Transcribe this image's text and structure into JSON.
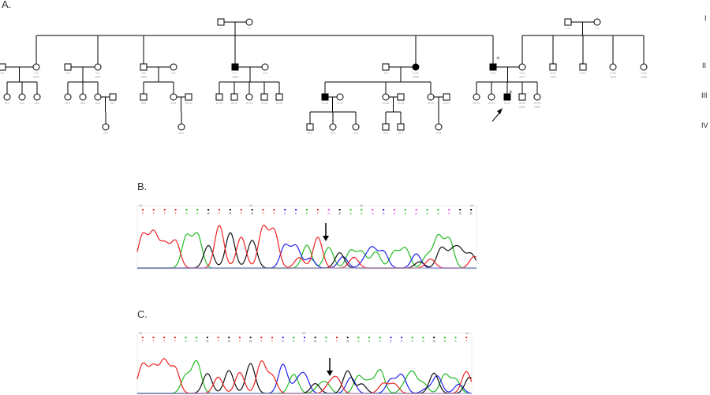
{
  "figure": {
    "panels": [
      {
        "id": "A",
        "label": "A."
      },
      {
        "id": "B",
        "label": "B."
      },
      {
        "id": "C",
        "label": "C."
      }
    ]
  },
  "pedigree": {
    "generations": [
      "I",
      "II",
      "III",
      "IV"
    ],
    "proband": "III:14",
    "marker_symbol": "*",
    "marked_individuals": [
      "II:11",
      "III:14"
    ],
    "affected": [
      "II:7",
      "II:10",
      "II:11",
      "III:16",
      "III:14"
    ],
    "individuals": [
      {
        "id": "I:1",
        "sex": "M",
        "label": "I:1"
      },
      {
        "id": "I:2",
        "sex": "F",
        "label": "I:2"
      },
      {
        "id": "I:3",
        "sex": "M",
        "label": "I:3"
      },
      {
        "id": "I:4",
        "sex": "F",
        "label": "I:4"
      },
      {
        "id": "II:1",
        "sex": "M",
        "label": "II:1"
      },
      {
        "id": "II:2",
        "sex": "F",
        "label": "II:2",
        "year": "1973"
      },
      {
        "id": "II:3",
        "sex": "M",
        "label": "II:3"
      },
      {
        "id": "II:4",
        "sex": "F",
        "label": "II:4",
        "year": "1967"
      },
      {
        "id": "II:5",
        "sex": "M",
        "label": "II:5",
        "year": "1963"
      },
      {
        "id": "II:6",
        "sex": "F",
        "label": "II:6"
      },
      {
        "id": "II:7",
        "sex": "M",
        "label": "II:7",
        "year": "1960",
        "affected": true
      },
      {
        "id": "II:8",
        "sex": "F",
        "label": "II:8"
      },
      {
        "id": "II:9",
        "sex": "M",
        "label": "II:9"
      },
      {
        "id": "II:10",
        "sex": "F",
        "label": "II:10",
        "year": "1958",
        "affected": true
      },
      {
        "id": "II:11",
        "sex": "M",
        "label": "II:11",
        "affected": true
      },
      {
        "id": "II:12",
        "sex": "F",
        "label": "II:12",
        "year": "1971"
      },
      {
        "id": "II:13",
        "sex": "M",
        "label": "II:13",
        "year": "1974"
      },
      {
        "id": "II:14",
        "sex": "M",
        "label": "II:14"
      },
      {
        "id": "II:15",
        "sex": "F",
        "label": "II:15",
        "year": "1976"
      },
      {
        "id": "II:16",
        "sex": "F",
        "label": "II:16",
        "year": "1969"
      },
      {
        "id": "III:1",
        "sex": "F",
        "label": "III:1"
      },
      {
        "id": "III:2",
        "sex": "F",
        "label": "III:2"
      },
      {
        "id": "III:3",
        "sex": "F",
        "label": "III:3"
      },
      {
        "id": "III:4",
        "sex": "F",
        "label": "III:4"
      },
      {
        "id": "III:5",
        "sex": "F",
        "label": "III:5"
      },
      {
        "id": "III:6",
        "sex": "F",
        "label": "III:6"
      },
      {
        "id": "III:7",
        "sex": "M",
        "label": "III:7"
      },
      {
        "id": "III:8",
        "sex": "M",
        "label": "III:8"
      },
      {
        "id": "III:9",
        "sex": "F",
        "label": "III:9"
      },
      {
        "id": "III:10",
        "sex": "M",
        "label": "III:10"
      },
      {
        "id": "III:11",
        "sex": "M",
        "label": "III:11"
      },
      {
        "id": "III:12",
        "sex": "M",
        "label": "III:12"
      },
      {
        "id": "III:13",
        "sex": "F",
        "label": "III:13"
      },
      {
        "id": "III:14b",
        "sex": "M",
        "label": "III:14"
      },
      {
        "id": "III:15",
        "sex": "M",
        "label": "III:15"
      },
      {
        "id": "III:16",
        "sex": "M",
        "label": "III:16",
        "affected": true
      },
      {
        "id": "III:17",
        "sex": "F",
        "label": "III:17"
      },
      {
        "id": "III:18",
        "sex": "F",
        "label": "III:18"
      },
      {
        "id": "III:19",
        "sex": "M",
        "label": "III:19"
      },
      {
        "id": "III:20",
        "sex": "F",
        "label": "III:20"
      },
      {
        "id": "III:21",
        "sex": "M",
        "label": "III:21"
      },
      {
        "id": "III:22",
        "sex": "F",
        "label": "III:22"
      },
      {
        "id": "III:23",
        "sex": "F",
        "label": "III:23"
      },
      {
        "id": "III:14",
        "sex": "M",
        "label": "III:24",
        "affected": true,
        "proband": true
      },
      {
        "id": "III:25",
        "sex": "M",
        "label": "III:25",
        "year": "2003"
      },
      {
        "id": "III:26",
        "sex": "F",
        "label": "III:26",
        "year": "1997"
      },
      {
        "id": "IV:1",
        "sex": "F",
        "label": "IV:1"
      },
      {
        "id": "IV:2",
        "sex": "F",
        "label": "IV:2"
      },
      {
        "id": "IV:3",
        "sex": "M",
        "label": "IV:3"
      },
      {
        "id": "IV:4",
        "sex": "F",
        "label": "IV:4"
      },
      {
        "id": "IV:5",
        "sex": "F",
        "label": "IV:5"
      },
      {
        "id": "IV:6",
        "sex": "M",
        "label": "IV:6"
      },
      {
        "id": "IV:7",
        "sex": "M",
        "label": "IV:7"
      },
      {
        "id": "IV:8",
        "sex": "F",
        "label": "IV:8"
      }
    ]
  },
  "chromatograms": {
    "colors": {
      "A": "#22bb22",
      "C": "#2222ee",
      "G": "#111111",
      "T": "#ee2222",
      "N": "#ee44ee"
    },
    "B": {
      "ticks": [
        "10",
        "20",
        "30",
        "40"
      ],
      "bases": [
        "T",
        "T",
        "T",
        "T",
        "A",
        "A",
        "G",
        "T",
        "G",
        "T",
        "G",
        "T",
        "T",
        "C",
        "C",
        "A",
        "T",
        "N",
        "G",
        "A",
        "A",
        "N",
        "C",
        "N",
        "A",
        "N",
        "A",
        "A",
        "N",
        "G",
        "G"
      ],
      "arrow_at_base_index": 16
    },
    "C": {
      "ticks": [
        "20",
        "30",
        "40"
      ],
      "bases": [
        "T",
        "T",
        "T",
        "T",
        "A",
        "A",
        "G",
        "T",
        "G",
        "T",
        "G",
        "T",
        "T",
        "C",
        "A",
        "C",
        "G",
        "A",
        "T",
        "G",
        "A",
        "A",
        "A",
        "C",
        "C",
        "A",
        "A",
        "G",
        "A",
        "A",
        "T"
      ],
      "arrow_at_base_index": 17
    }
  }
}
